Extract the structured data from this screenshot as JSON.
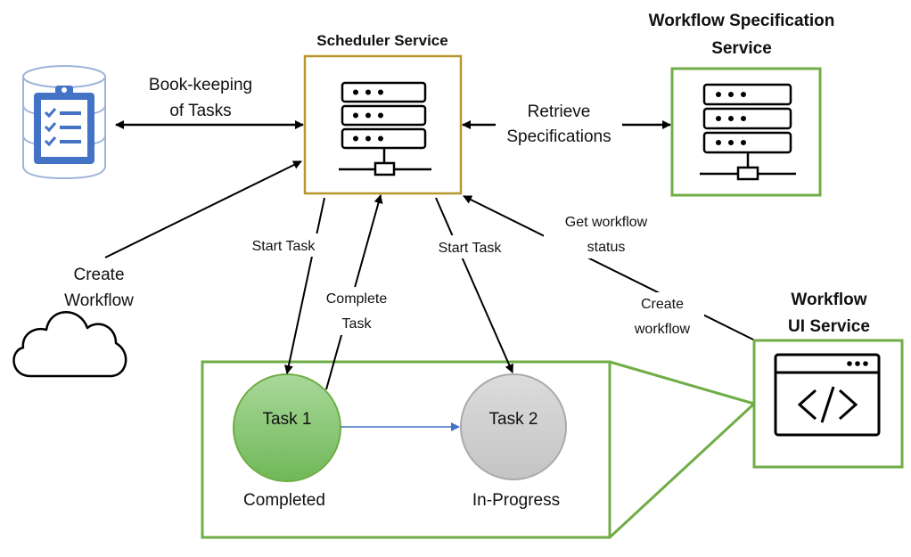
{
  "colors": {
    "scheduler_border": "#b8962e",
    "green_border": "#70ad47",
    "db_blue": "#4472c4",
    "task1_fill": "#7dc26a",
    "task2_fill": "#cfcfcf",
    "arrow_blue": "#4472c4",
    "line_dark": "#000000"
  },
  "icons": {
    "database": "database-clipboard-icon",
    "scheduler": "server-rack-icon",
    "spec": "server-rack-icon",
    "cloud": "cloud-icon",
    "ui": "code-window-icon"
  },
  "nodes": {
    "scheduler": {
      "title": "Scheduler Service"
    },
    "spec": {
      "title_line1": "Workflow Specification",
      "title_line2": "Service"
    },
    "ui": {
      "title_line1": "Workflow",
      "title_line2": "UI Service"
    },
    "task1": {
      "label": "Task 1",
      "status": "Completed"
    },
    "task2": {
      "label": "Task 2",
      "status": "In-Progress"
    }
  },
  "edges": {
    "bookkeeping": {
      "line1": "Book-keeping",
      "line2": "of Tasks"
    },
    "retrieve": {
      "line1": "Retrieve",
      "line2": "Specifications"
    },
    "create_workflow_cloud": {
      "line1": "Create",
      "line2": "Workflow"
    },
    "start_task_1": {
      "label": "Start Task"
    },
    "complete_task": {
      "line1": "Complete",
      "line2": "Task"
    },
    "start_task_2": {
      "label": "Start Task"
    },
    "get_status": {
      "line1": "Get workflow",
      "line2": "status"
    },
    "create_workflow_ui": {
      "line1": "Create",
      "line2": "workflow"
    }
  }
}
